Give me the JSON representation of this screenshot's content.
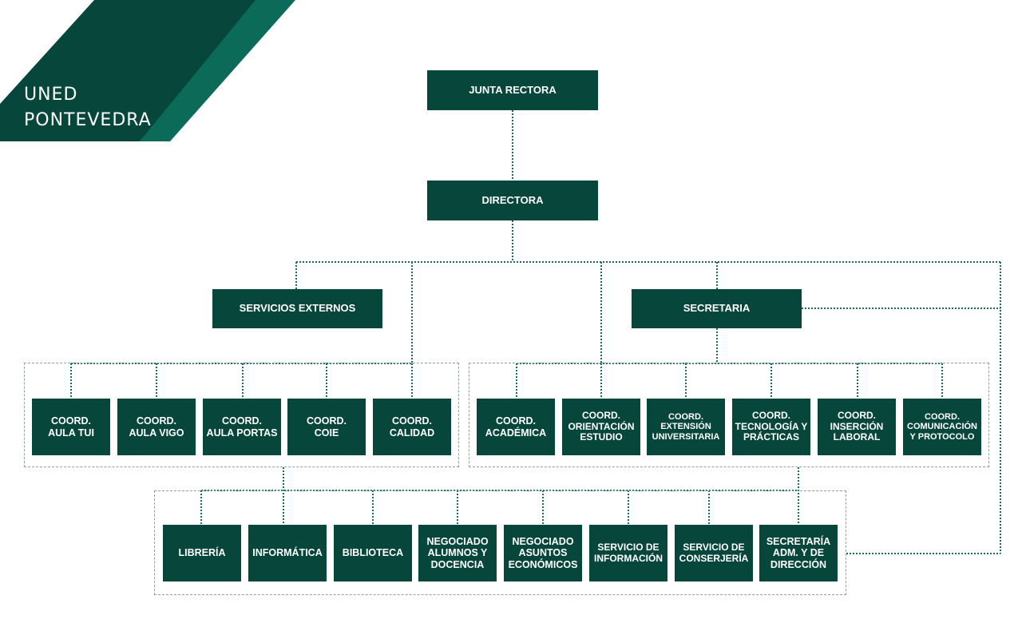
{
  "brand": {
    "line1": "UNED",
    "line2": "PONTEVEDRA",
    "dark": "#07463b",
    "light": "#0c6b58"
  },
  "nodes": {
    "junta": "JUNTA RECTORA",
    "directora": "DIRECTORA",
    "servicios": "SERVICIOS EXTERNOS",
    "secretaria": "SECRETARIA",
    "left_group": [
      "COORD.\nAULA TUI",
      "COORD.\nAULA VIGO",
      "COORD.\nAULA PORTAS",
      "COORD.\nCOIE",
      "COORD.\nCALIDAD"
    ],
    "right_group": [
      "COORD.\nACADÉMICA",
      "COORD.\nORIENTACIÓN\nESTUDIO",
      "COORD.\nEXTENSIÓN\nUNIVERSITARIA",
      "COORD.\nTECNOLOGÍA Y\nPRÁCTICAS",
      "COORD.\nINSERCIÓN\nLABORAL",
      "COORD.\nCOMUNICACIÓN\nY PROTOCOLO"
    ],
    "bottom_group": [
      "LIBRERÍA",
      "INFORMÁTICA",
      "BIBLIOTECA",
      "NEGOCIADO\nALUMNOS Y\nDOCENCIA",
      "NEGOCIADO\nASUNTOS\nECONÓMICOS",
      "SERVICIO DE\nINFORMACIÓN",
      "SERVICIO DE\nCONSERJERÍA",
      "SECRETARÍA\nADM. Y DE\nDIRECCIÓN"
    ]
  }
}
